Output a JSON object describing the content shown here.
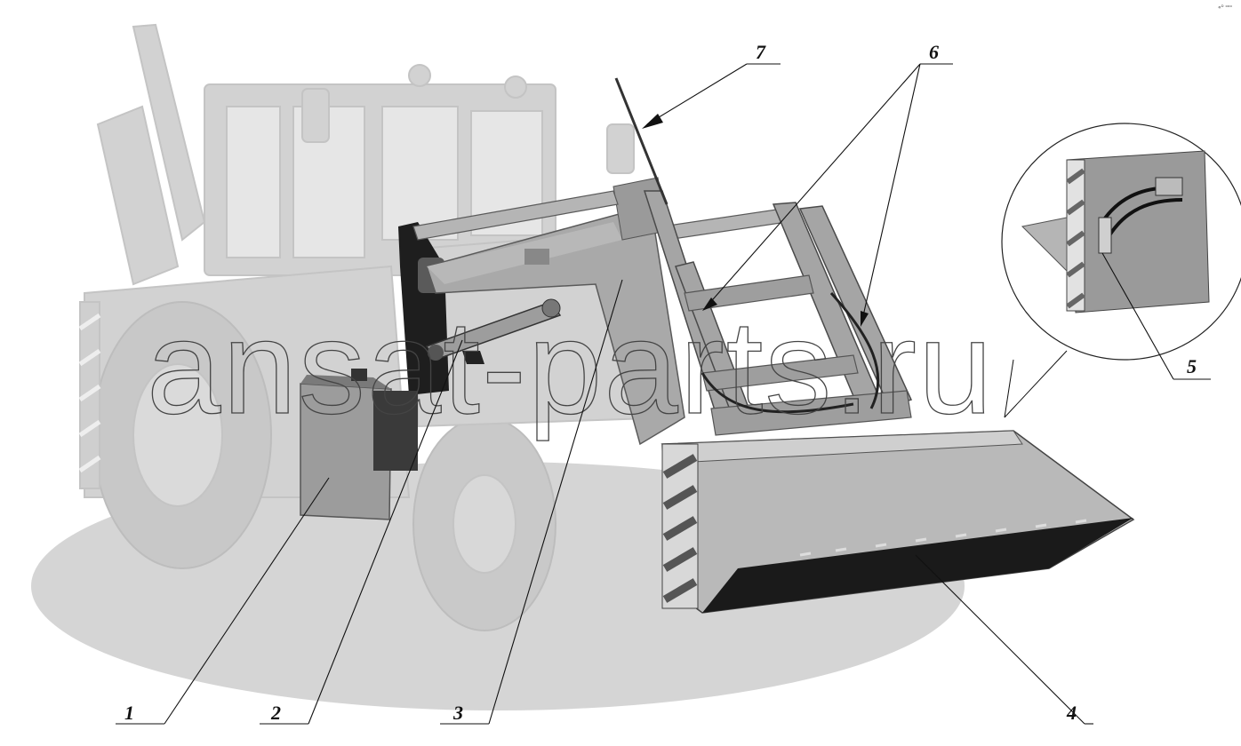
{
  "callouts": [
    {
      "id": "1",
      "text": "1"
    },
    {
      "id": "2",
      "text": "2"
    },
    {
      "id": "3",
      "text": "3"
    },
    {
      "id": "4",
      "text": "4"
    },
    {
      "id": "5",
      "text": "5"
    },
    {
      "id": "6",
      "text": "6"
    },
    {
      "id": "7",
      "text": "7"
    }
  ],
  "watermark": "ansat-parts.ru",
  "corner_mark": "«ᴰ ᵒᵒᵒ",
  "colors": {
    "ground": "#d3d3d3",
    "tractor_faded": "#cfcfcf",
    "loader": "#a8a8a8",
    "loader_dark": "#6f6f6f",
    "frame_black": "#1e1e1e",
    "line": "#111111"
  }
}
